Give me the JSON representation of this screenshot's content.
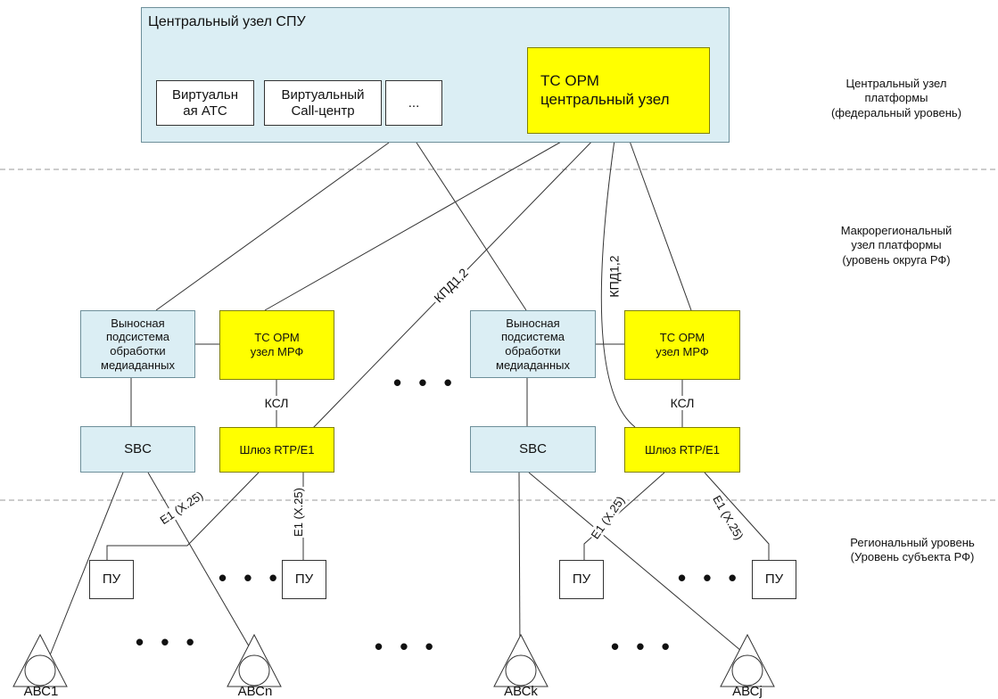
{
  "central_node": {
    "title": "Центральный узел СПУ",
    "virtual_pbx": "Виртуальн\nая АТС",
    "virtual_callcenter": "Виртуальный\nCall-центр",
    "ellipsis": "...",
    "tc_orm_central": "ТС ОРМ\nцентральный узел"
  },
  "levels": {
    "federal": "Центральный узел\nплатформы\n(федеральный уровень)",
    "macroregional": "Макрорегиональный\nузел платформы\n(уровень округа РФ)",
    "regional": "Региональный уровень\n(Уровень субъекта РФ)"
  },
  "left_group": {
    "remote_subsystem": "Выносная\nподсистема\nобработки\nмедиаданных",
    "tc_orm_mrf": "ТС ОРМ\nузел МРФ",
    "ksl": "КСЛ",
    "sbc": "SBC",
    "gateway": "Шлюз RTP/E1",
    "pu1": "ПУ",
    "pu2": "ПУ",
    "abc_first": "АВС1",
    "abc_last": "АВСn"
  },
  "right_group": {
    "remote_subsystem": "Выносная\nподсистема\nобработки\nмедиаданных",
    "tc_orm_mrf": "ТС ОРМ\nузел МРФ",
    "ksl": "КСЛ",
    "sbc": "SBC",
    "gateway": "Шлюз RTP/E1",
    "pu1": "ПУ",
    "pu2": "ПУ",
    "abc_first": "АВСk",
    "abc_last": "АВСj"
  },
  "link_labels": {
    "kpd_left": "КПД1,2",
    "kpd_right": "КПД1,2",
    "e1_left_1": "E1 (X.25)",
    "e1_left_2": "E1 (X.25)",
    "e1_right_1": "E1 (X.25)",
    "e1_right_2": "E1 (X.25)"
  },
  "ellipses": {
    "middle": "• • •",
    "pu_left": "• • •",
    "pu_right": "• • •",
    "abc_left": "• • •",
    "abc_middle": "• • •",
    "abc_right": "• • •"
  },
  "colors": {
    "blue_fill": "#dbeef4",
    "yellow_fill": "#ffff00",
    "line": "#333333",
    "dashed": "#999999"
  }
}
